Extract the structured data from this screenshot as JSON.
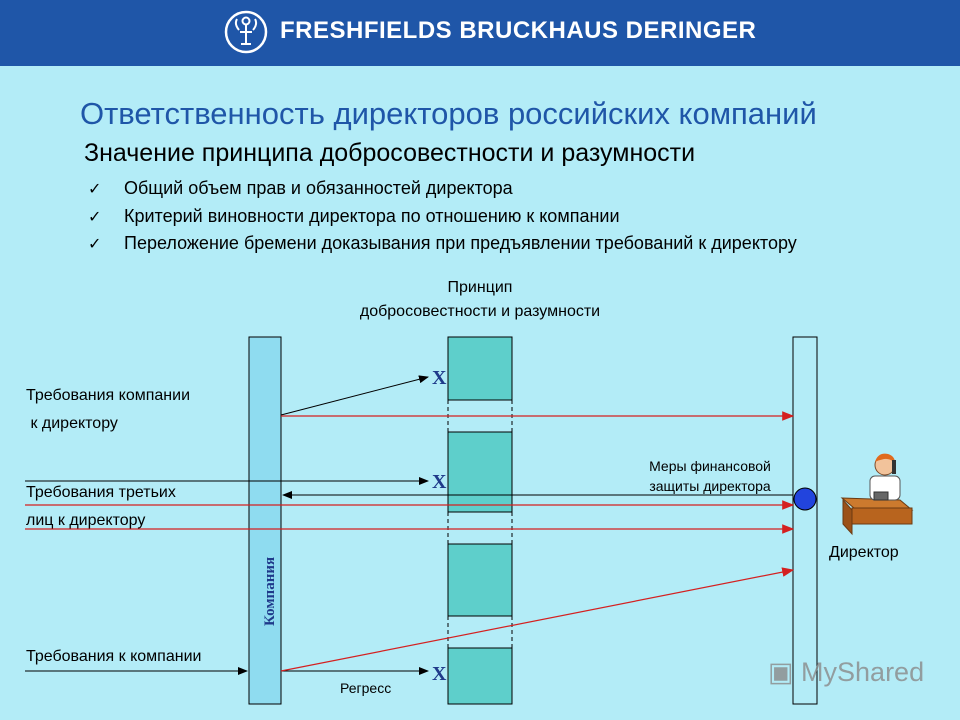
{
  "header": {
    "brand": "FRESHFIELDS BRUCKHAUS DERINGER"
  },
  "title": "Ответственность директоров российских компаний",
  "subtitle": "Значение принципа добросовестности и разумности",
  "bullets": [
    "Общий объем прав и обязанностей директора",
    "Критерий виновности директора по отношению к компании",
    "Переложение бремени доказывания при предъявлении требований к директору"
  ],
  "diagram": {
    "principle_label_line1": "Принцип",
    "principle_label_line2": "добросовестности и разумности",
    "claims_company_to_director_line1": "Требования компании",
    "claims_company_to_director_line2": " к директору",
    "claims_third_parties_line1": "Требования третьих",
    "claims_third_parties_line2": "лиц к директору",
    "claims_to_company": "Требования к компании",
    "financial_protection_line1": "Меры финансовой",
    "financial_protection_line2": "защиты директора",
    "director_label": "Директор",
    "company_label": "Компания",
    "regress_label": "Регресс",
    "block_mark": "X",
    "colors": {
      "line": "#d42020",
      "bar": "#8fdcf0",
      "block": "#5ecfcb",
      "node": "#2244dd"
    }
  },
  "watermark": "MyShared"
}
